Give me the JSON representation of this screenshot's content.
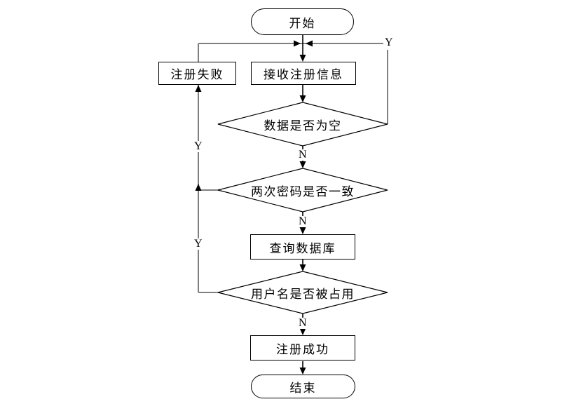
{
  "colors": {
    "background": "#ffffff",
    "flow_line": "#000000",
    "loop_line": "#808080",
    "shape_border": "#000000",
    "text": "#000000"
  },
  "nodes": {
    "start": "开始",
    "receive_info": "接收注册信息",
    "register_fail": "注册失败",
    "check_data_empty": "数据是否为空",
    "check_password_match": "两次密码是否一致",
    "query_database": "查询数据库",
    "check_username_taken": "用户名是否被占用",
    "register_success": "注册成功",
    "end": "结束"
  },
  "edge_labels": {
    "empty_yes": "Y",
    "empty_no": "N",
    "password_yes": "Y",
    "password_no": "N",
    "username_yes": "Y",
    "username_no": "N"
  },
  "edges": [
    {
      "from": "start",
      "to": "receive_info",
      "label": ""
    },
    {
      "from": "receive_info",
      "to": "check_data_empty",
      "label": ""
    },
    {
      "from": "check_data_empty",
      "to": "receive_info",
      "label": "Y"
    },
    {
      "from": "check_data_empty",
      "to": "check_password_match",
      "label": "N"
    },
    {
      "from": "check_password_match",
      "to": "register_fail",
      "label": "Y"
    },
    {
      "from": "check_password_match",
      "to": "query_database",
      "label": "N"
    },
    {
      "from": "query_database",
      "to": "check_username_taken",
      "label": ""
    },
    {
      "from": "check_username_taken",
      "to": "register_fail",
      "label": "Y"
    },
    {
      "from": "check_username_taken",
      "to": "register_success",
      "label": "N"
    },
    {
      "from": "register_fail",
      "to": "receive_info",
      "label": ""
    },
    {
      "from": "register_success",
      "to": "end",
      "label": ""
    }
  ]
}
